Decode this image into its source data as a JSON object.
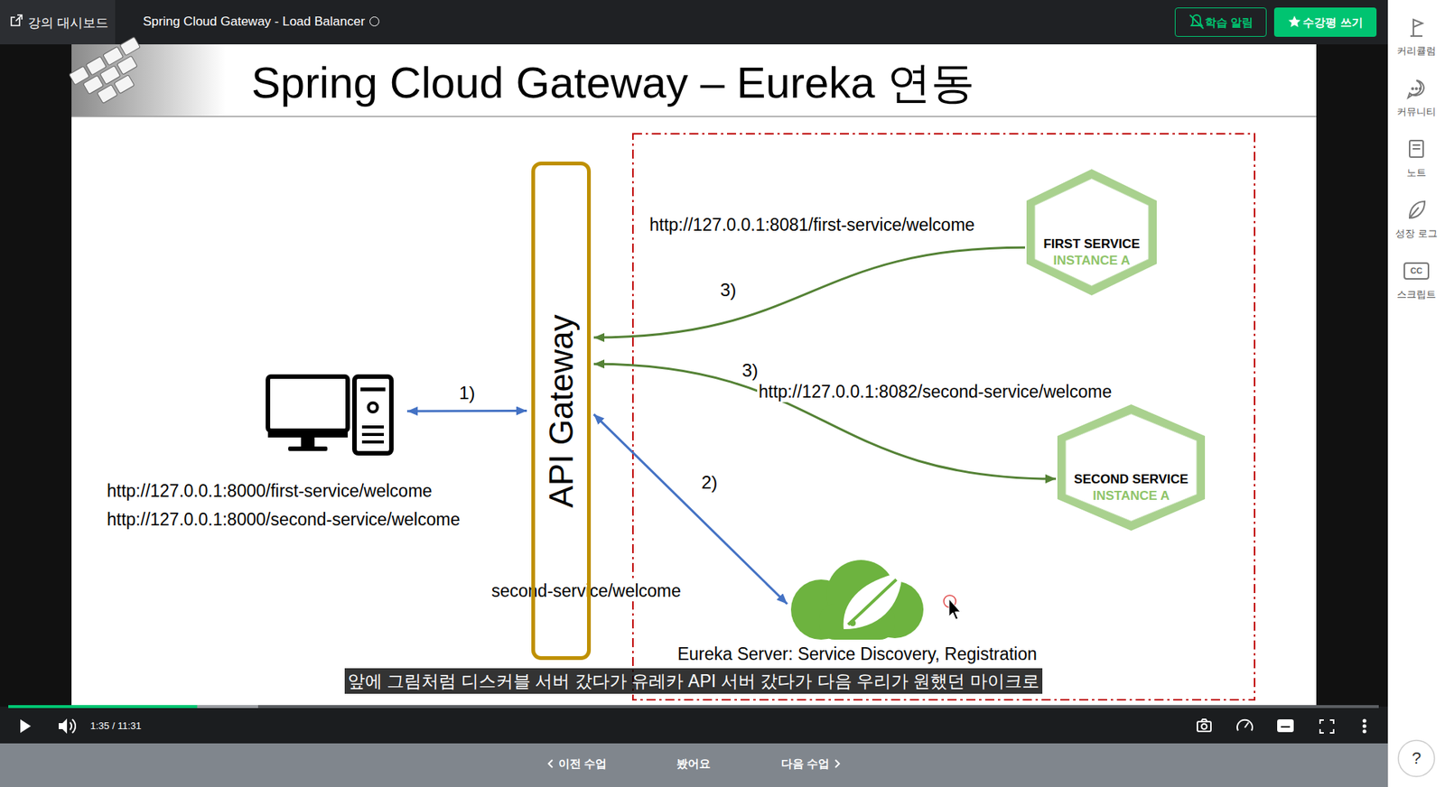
{
  "diagram": {
    "title": "Spring Cloud Gateway – Eureka 연동",
    "nodes": [
      {
        "text": [
          "http://127.0.0.1:8000/first-service/welcome",
          "http://127.0.0.1:8000/second-service/welcome"
        ]
      },
      {
        "text": [
          "API Gateway"
        ]
      },
      {
        "text": [
          "FIRST SERVICE",
          "INSTANCE A"
        ]
      },
      {
        "text": [
          "SECOND SERVICE",
          "INSTANCE A"
        ]
      },
      {
        "text": [
          "Eureka Server: Service Discovery, Registration"
        ]
      }
    ],
    "edges": [
      {
        "from": 0,
        "to": 1,
        "arrow": "both",
        "label": "1)"
      },
      {
        "from": 1,
        "to": 4,
        "arrow": "both",
        "label": "2)"
      },
      {
        "from": 2,
        "to": 1,
        "arrow": "to",
        "label": "3)"
      },
      {
        "from": 1,
        "to": 3,
        "arrow": "both",
        "label": "3)"
      }
    ],
    "labels": [
      "강의 대시보드",
      "Spring Cloud Gateway - Load Balancer",
      "학습 알림",
      "수강평 쓰기",
      "커리큘럼",
      "커뮤니티",
      "노트",
      "성장 로그",
      "스크립트",
      "?",
      "http://127.0.0.1:8081/first-service/welcome",
      "http://127.0.0.1:8082/second-service/welcome",
      "second-service/welcome",
      "앞에 그림처럼 디스커블 서버 갔다가 유레카 API 서버 갔다가 다음 우리가 원했던 마이크로",
      "1:35 / 11:31",
      "이전 수업",
      "봤어요",
      "다음 수업",
      "CC"
    ]
  }
}
